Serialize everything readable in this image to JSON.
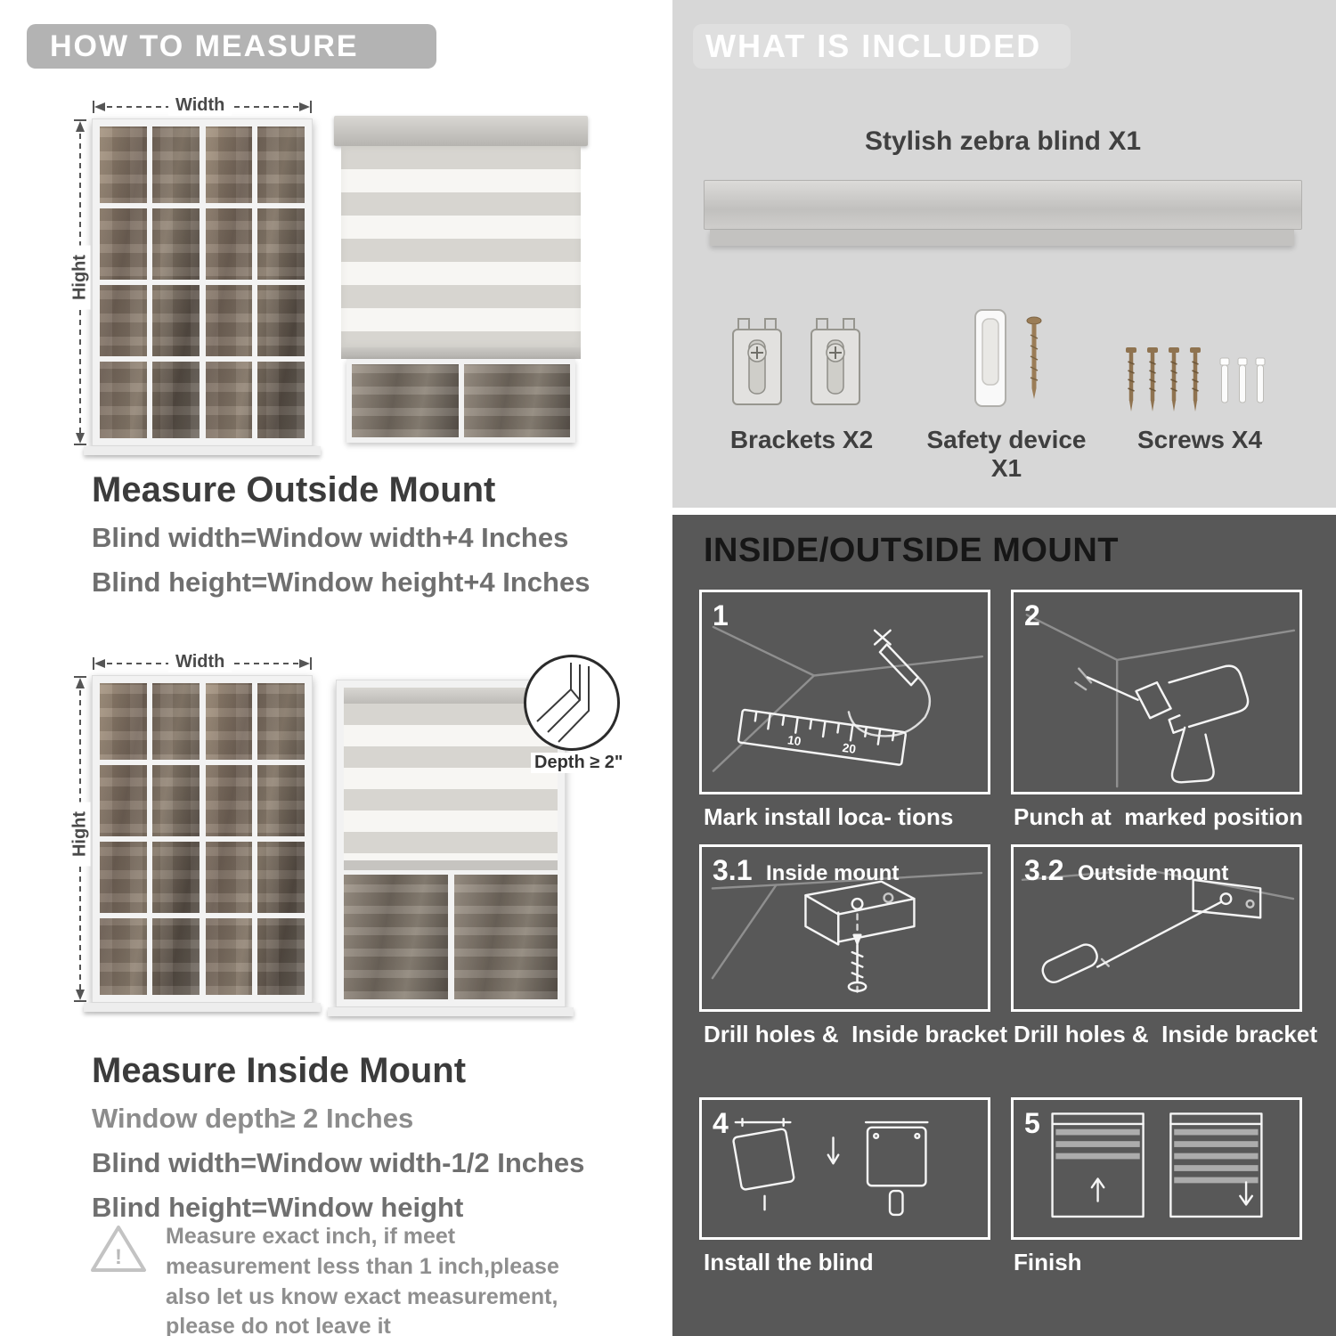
{
  "colors": {
    "header_pill": "#b3b3b3",
    "panel_light": "#d7d7d7",
    "panel_dark": "#585858",
    "heading_text": "#3b3b3b",
    "body_text": "#6f6f6f",
    "note_text": "#8f8f8f",
    "caption_text": "#ffffff"
  },
  "left": {
    "header": "HOW TO MEASURE",
    "outside": {
      "width_label": "Width",
      "height_label": "Hight",
      "title": "Measure Outside Mount",
      "line1": "Blind width=Window width+4 Inches",
      "line2": "Blind height=Window height+4 Inches"
    },
    "inside": {
      "width_label": "Width",
      "height_label": "Hight",
      "depth_label": "Depth ≥ 2\"",
      "title": "Measure Inside Mount",
      "line1": "Window depth≥ 2 Inches",
      "line2": "Blind width=Window width-1/2 Inches",
      "line3": "Blind height=Window height"
    },
    "note": {
      "mark": "!",
      "text": "Measure exact inch, if meet measurement less than 1 inch,please also let us know exact measurement, please do not leave it"
    }
  },
  "right": {
    "included": {
      "header": "WHAT IS INCLUDED",
      "blind_label": "Stylish zebra blind X1",
      "items": [
        {
          "label": "Brackets X2"
        },
        {
          "label": "Safety device X1"
        },
        {
          "label": "Screws X4"
        }
      ]
    },
    "mount": {
      "header": "INSIDE/OUTSIDE MOUNT",
      "steps": [
        {
          "num": "1",
          "caption": "Mark install loca- tions",
          "ruler_marks": [
            "10",
            "20"
          ]
        },
        {
          "num": "2",
          "caption": "Punch at  marked position"
        },
        {
          "num": "3.1",
          "label": "Inside mount",
          "caption": "Drill holes &  Inside bracket"
        },
        {
          "num": "3.2",
          "label": "Outside mount",
          "caption": "Drill holes &  Inside bracket"
        },
        {
          "num": "4",
          "caption": "Install the blind"
        },
        {
          "num": "5",
          "caption": "Finish"
        }
      ]
    }
  }
}
